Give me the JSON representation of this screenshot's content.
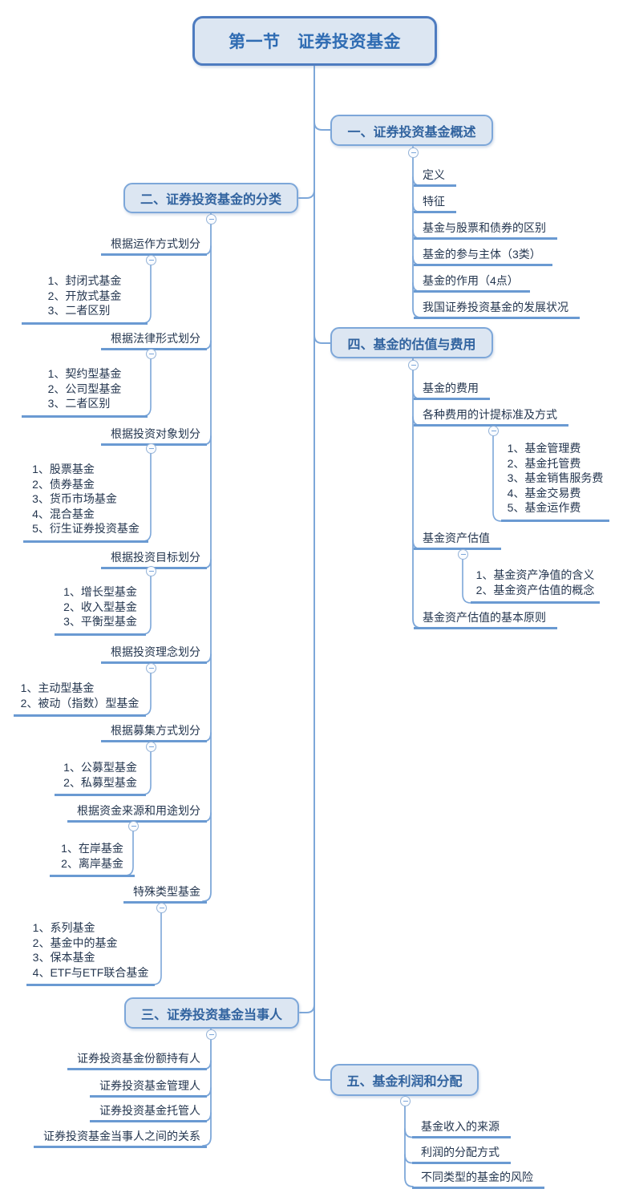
{
  "colors": {
    "accent_line": "#7da7d9",
    "underline": "#6a9ad2",
    "box_fill": "#dce6f2",
    "box_border": "#7da7d9",
    "root_border": "#4e7cc0",
    "title_text": "#31639f",
    "node_text": "#24364f"
  },
  "root": {
    "title": "第一节　证券投资基金"
  },
  "branch_overview": {
    "title": "一、证券投资基金概述",
    "items": [
      "定义",
      "特征",
      "基金与股票和债券的区别",
      "基金的参与主体（3类）",
      "基金的作用（4点）",
      "我国证券投资基金的发展状况"
    ]
  },
  "branch_classification": {
    "title": "二、证券投资基金的分类",
    "groups": [
      {
        "label": "根据运作方式划分",
        "detail": "1、封闭式基金\n2、开放式基金\n3、二者区别"
      },
      {
        "label": "根据法律形式划分",
        "detail": "1、契约型基金\n2、公司型基金\n3、二者区别"
      },
      {
        "label": "根据投资对象划分",
        "detail": "1、股票基金\n2、债券基金\n3、货币市场基金\n4、混合基金\n5、衍生证券投资基金"
      },
      {
        "label": "根据投资目标划分",
        "detail": "1、增长型基金\n2、收入型基金\n3、平衡型基金"
      },
      {
        "label": "根据投资理念划分",
        "detail": "1、主动型基金\n2、被动（指数）型基金"
      },
      {
        "label": "根据募集方式划分",
        "detail": "1、公募型基金\n2、私募型基金"
      },
      {
        "label": "根据资金来源和用途划分",
        "detail": "1、在岸基金\n2、离岸基金"
      },
      {
        "label": "特殊类型基金",
        "detail": "1、系列基金\n2、基金中的基金\n3、保本基金\n4、ETF与ETF联合基金"
      }
    ]
  },
  "branch_parties": {
    "title": "三、证券投资基金当事人",
    "items": [
      "证券投资基金份额持有人",
      "证券投资基金管理人",
      "证券投资基金托管人",
      "证券投资基金当事人之间的关系"
    ]
  },
  "branch_valuation": {
    "title": "四、基金的估值与费用",
    "fund_fees": "基金的费用",
    "fee_methods": {
      "label": "各种费用的计提标准及方式",
      "detail": "1、基金管理费\n2、基金托管费\n3、基金销售服务费\n4、基金交易费\n5、基金运作费"
    },
    "asset_valuation": {
      "label": "基金资产估值",
      "detail": "1、基金资产净值的含义\n2、基金资产估值的概念"
    },
    "valuation_principles": "基金资产估值的基本原则"
  },
  "branch_profit": {
    "title": "五、基金利润和分配",
    "items": [
      "基金收入的来源",
      "利润的分配方式",
      "不同类型的基金的风险"
    ]
  }
}
